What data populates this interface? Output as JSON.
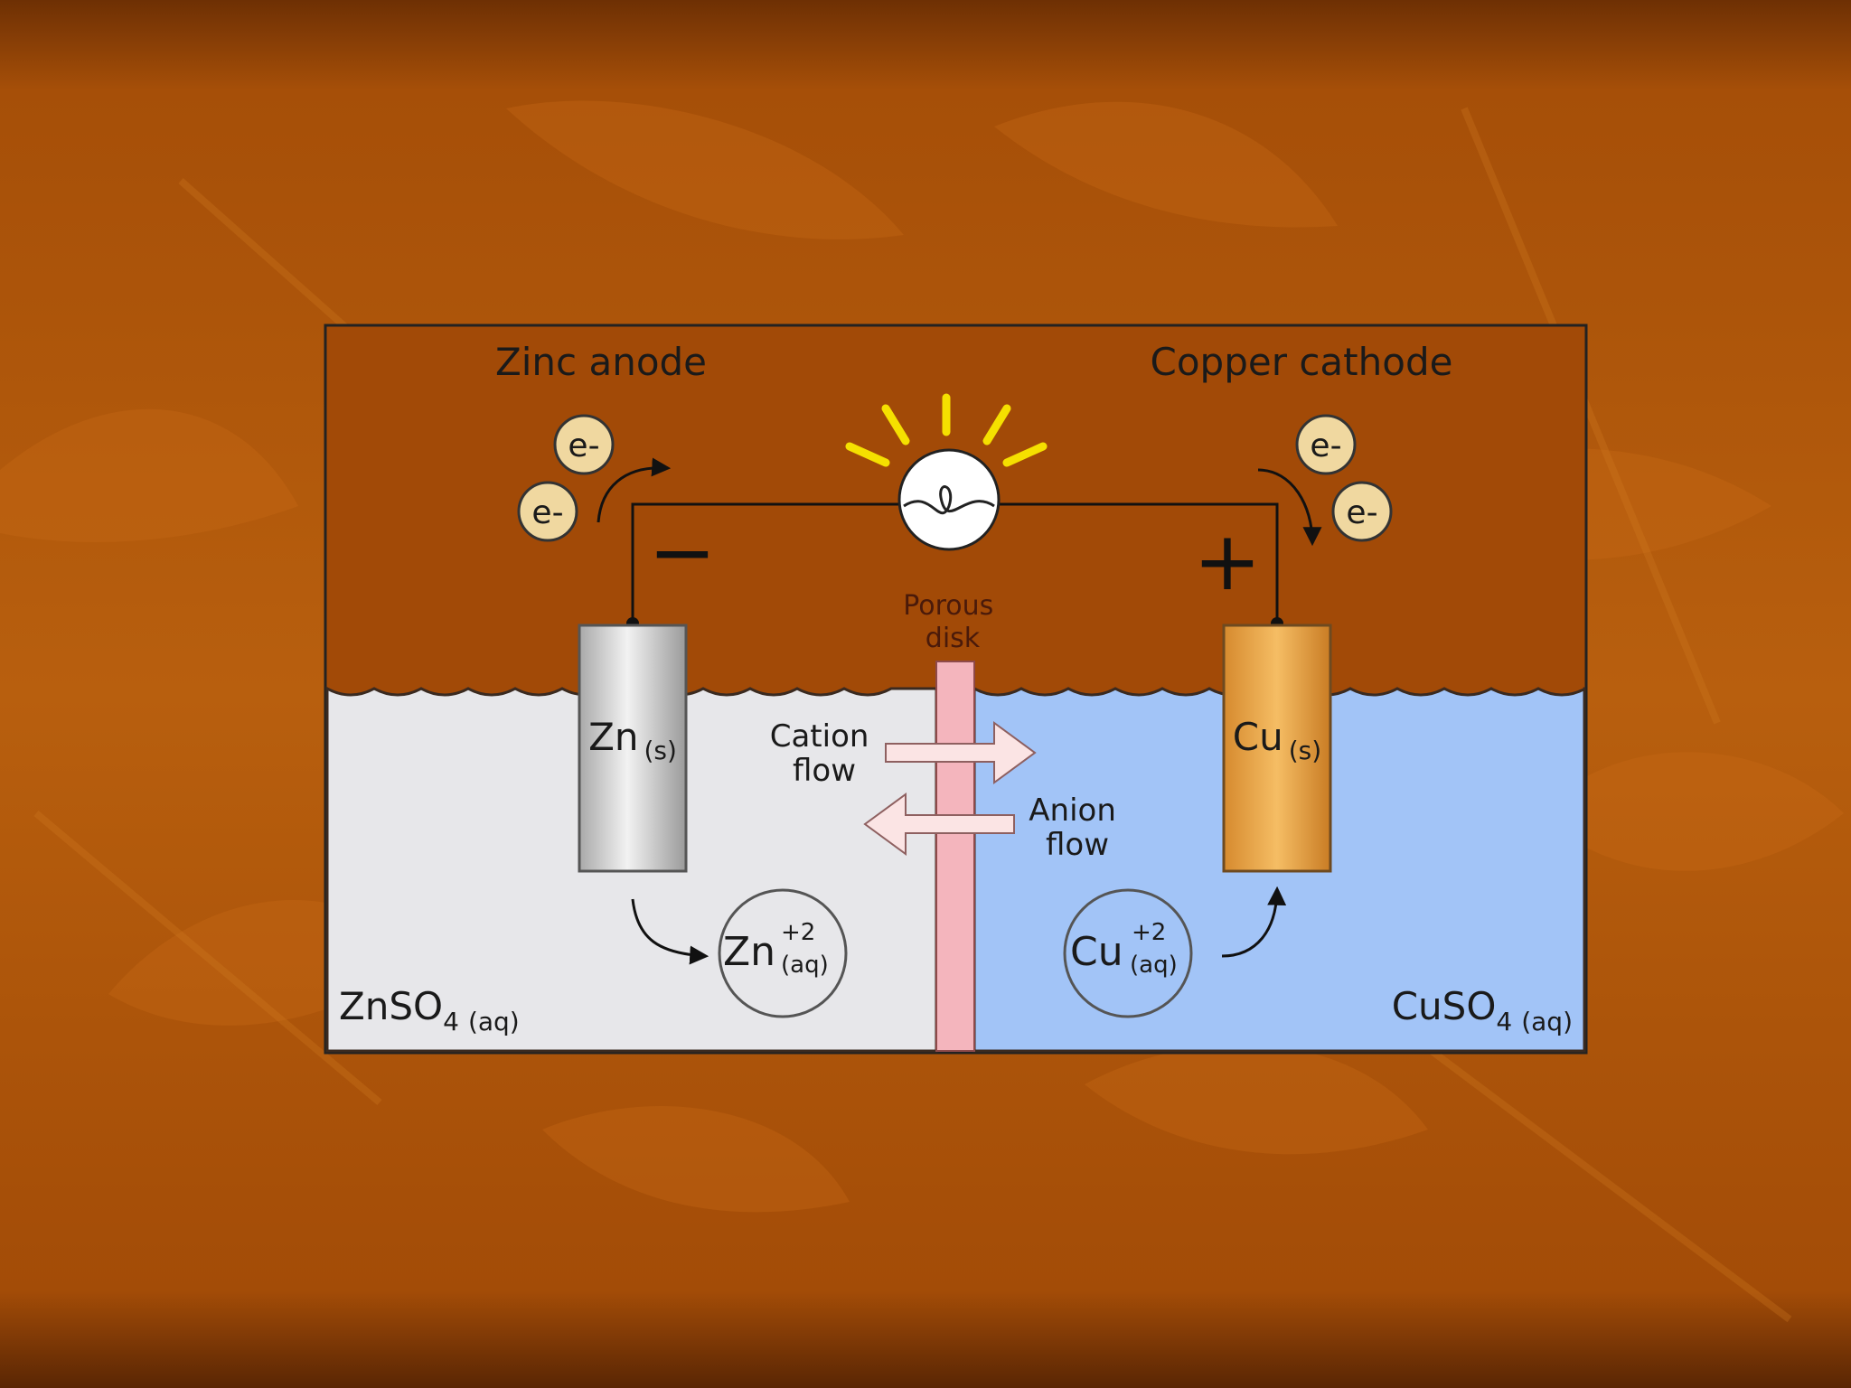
{
  "colors": {
    "slide_background": "#b35a0c",
    "slide_top_band": "#6e3004",
    "slide_bottom_band": "#5a2604",
    "cell_headspace": "#a24a07",
    "zinc_solution": "#e7e7ea",
    "copper_solution": "#a2c4f7",
    "porous_disk": "#f4b5bd",
    "zinc_electrode": "#c8c8c8",
    "copper_electrode": "#e7a24b",
    "electron": "#f0d8a0",
    "bulb_rays": "#f5e000",
    "flow_arrow": "#fbe4e4"
  },
  "labels": {
    "zinc_anode": "Zinc anode",
    "copper_cathode": "Copper cathode",
    "minus_sign": "−",
    "plus_sign": "+",
    "porous_disk_line1": "Porous",
    "porous_disk_line2": "disk",
    "cation_flow_line1": "Cation",
    "cation_flow_line2": "flow",
    "anion_flow_line1": "Anion",
    "anion_flow_line2": "flow"
  },
  "electrons": {
    "left": [
      "e-",
      "e-"
    ],
    "right": [
      "e-",
      "e-"
    ]
  },
  "electrodes": {
    "zinc": {
      "symbol": "Zn",
      "state": "(s)"
    },
    "copper": {
      "symbol": "Cu",
      "state": "(s)"
    }
  },
  "ions": {
    "zinc": {
      "symbol": "Zn",
      "charge": "+2",
      "state": "(aq)"
    },
    "copper": {
      "symbol": "Cu",
      "charge": "+2",
      "state": "(aq)"
    }
  },
  "solutions": {
    "zinc": {
      "formula": "ZnSO",
      "subscript": "4",
      "state": "(aq)"
    },
    "copper": {
      "formula": "CuSO",
      "subscript": "4",
      "state": "(aq)"
    }
  },
  "icons": {
    "bulb": "light-bulb-icon"
  }
}
